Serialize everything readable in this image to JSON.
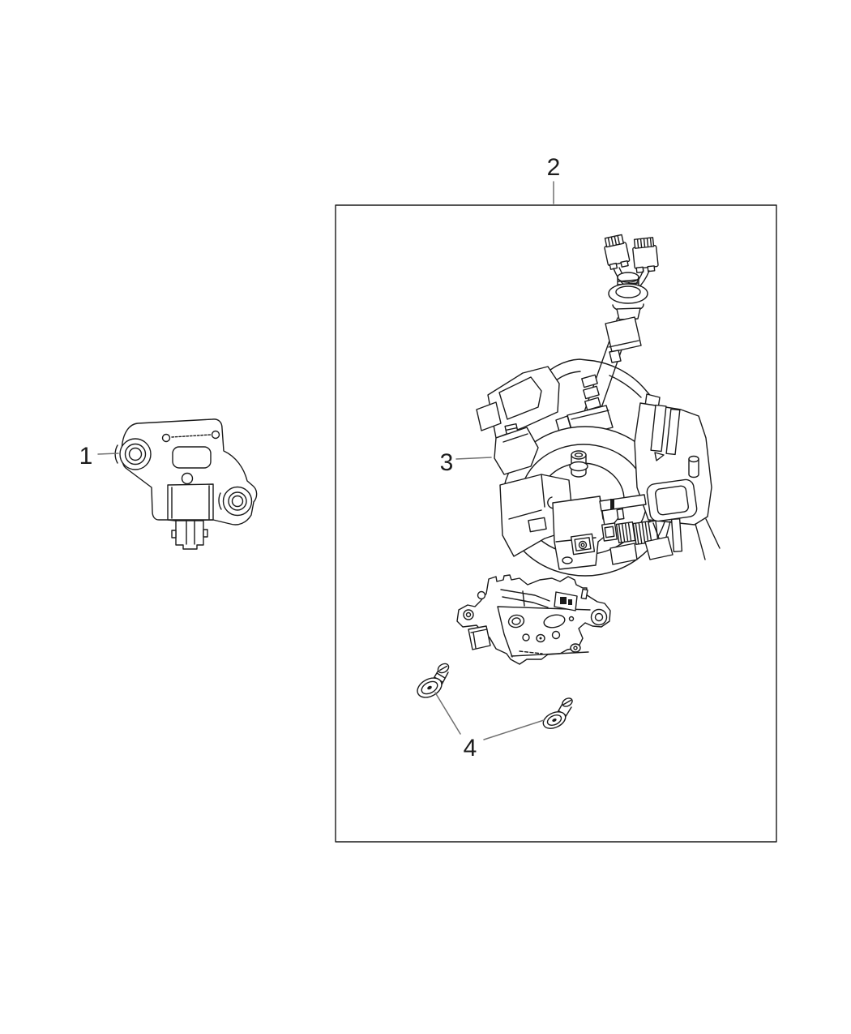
{
  "diagram": {
    "kind": "exploded-parts-diagram",
    "colors": {
      "line": "#1a1a1a",
      "leader": "#707070",
      "box_border": "#1a1a1a",
      "background": "#ffffff"
    },
    "callouts": [
      {
        "label": "1"
      },
      {
        "label": "2"
      },
      {
        "label": "3"
      },
      {
        "label": "4"
      }
    ]
  }
}
